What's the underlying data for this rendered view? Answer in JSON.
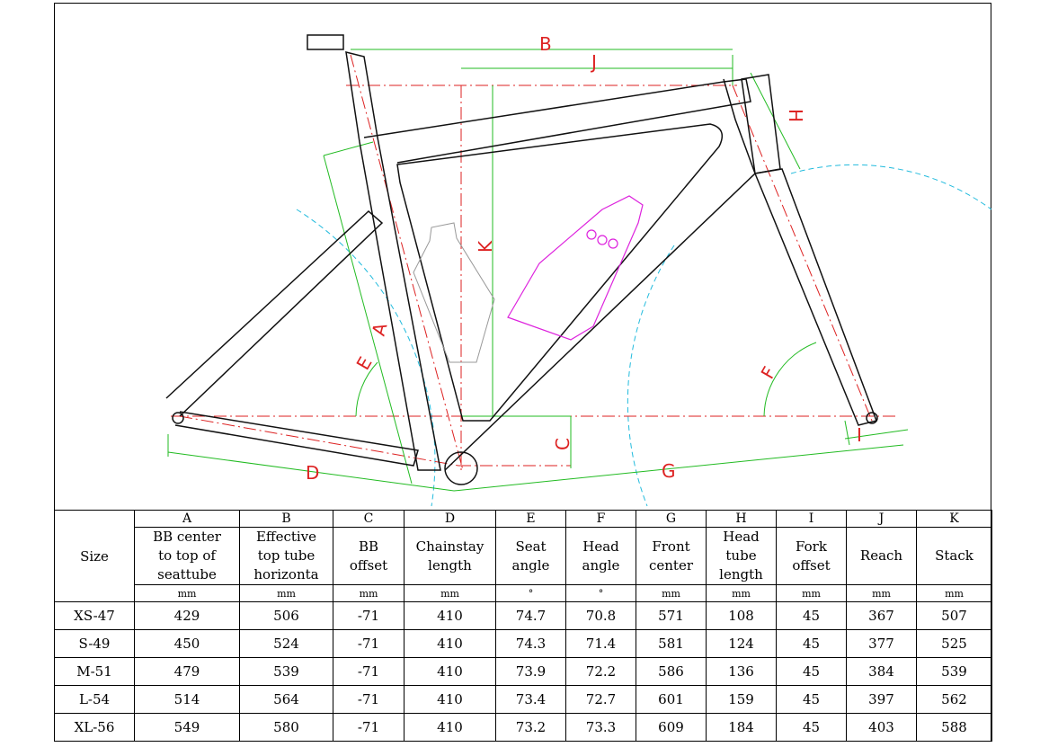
{
  "diagram": {
    "dimension_labels": {
      "A": "A",
      "B": "B",
      "C": "C",
      "D": "D",
      "E": "E",
      "F": "F",
      "G": "G",
      "H": "H",
      "I": "I",
      "J": "J",
      "K": "K"
    },
    "colors": {
      "frame": "#000000",
      "dimension": "#22bb22",
      "centerline": "#dd2222",
      "wheel": "#22bbdd",
      "bottle_active": "#dd22dd",
      "bottle_ghost": "#999999"
    }
  },
  "table": {
    "size_header": "Size",
    "columns": [
      {
        "letter": "A",
        "desc": [
          "BB center",
          "to top of",
          "seattube"
        ],
        "unit": "mm"
      },
      {
        "letter": "B",
        "desc": [
          "Effective",
          "top tube",
          "horizonta"
        ],
        "unit": "mm"
      },
      {
        "letter": "C",
        "desc": [
          "BB",
          "offset"
        ],
        "unit": "mm"
      },
      {
        "letter": "D",
        "desc": [
          "Chainstay",
          "length"
        ],
        "unit": "mm"
      },
      {
        "letter": "E",
        "desc": [
          "Seat",
          "angle"
        ],
        "unit": "°"
      },
      {
        "letter": "F",
        "desc": [
          "Head",
          "angle"
        ],
        "unit": "°"
      },
      {
        "letter": "G",
        "desc": [
          "Front",
          "center"
        ],
        "unit": "mm"
      },
      {
        "letter": "H",
        "desc": [
          "Head",
          "tube",
          "length"
        ],
        "unit": "mm"
      },
      {
        "letter": "I",
        "desc": [
          "Fork",
          "offset"
        ],
        "unit": "mm"
      },
      {
        "letter": "J",
        "desc": [
          "Reach"
        ],
        "unit": "mm"
      },
      {
        "letter": "K",
        "desc": [
          "Stack"
        ],
        "unit": "mm"
      }
    ],
    "rows": [
      {
        "size": "XS-47",
        "values": [
          "429",
          "506",
          "-71",
          "410",
          "74.7",
          "70.8",
          "571",
          "108",
          "45",
          "367",
          "507"
        ]
      },
      {
        "size": "S-49",
        "values": [
          "450",
          "524",
          "-71",
          "410",
          "74.3",
          "71.4",
          "581",
          "124",
          "45",
          "377",
          "525"
        ]
      },
      {
        "size": "M-51",
        "values": [
          "479",
          "539",
          "-71",
          "410",
          "73.9",
          "72.2",
          "586",
          "136",
          "45",
          "384",
          "539"
        ]
      },
      {
        "size": "L-54",
        "values": [
          "514",
          "564",
          "-71",
          "410",
          "73.4",
          "72.7",
          "601",
          "159",
          "45",
          "397",
          "562"
        ]
      },
      {
        "size": "XL-56",
        "values": [
          "549",
          "580",
          "-71",
          "410",
          "73.2",
          "73.3",
          "609",
          "184",
          "45",
          "403",
          "588"
        ]
      }
    ]
  }
}
